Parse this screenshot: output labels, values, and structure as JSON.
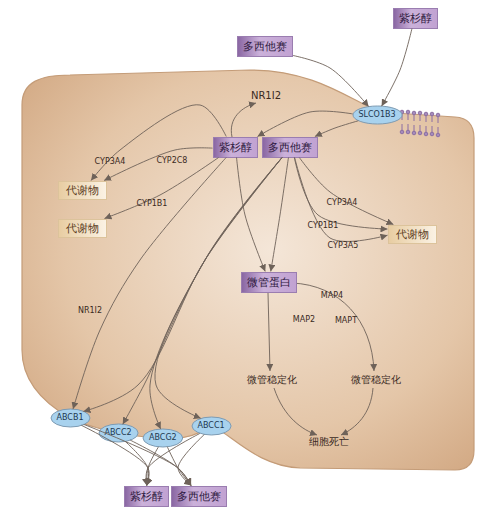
{
  "diagram": {
    "nodes": [
      {
        "text": [
          "紫杉醇"
        ]
      },
      {
        "text": [
          "多西他赛"
        ]
      },
      {
        "text": [
          "SLCO1B3"
        ]
      },
      {
        "text": [
          "紫杉醇"
        ]
      },
      {
        "text": [
          "多西他赛"
        ]
      },
      {
        "text": [
          "代谢物"
        ]
      },
      {
        "text": [
          "代谢物"
        ]
      },
      {
        "text": [
          "代谢物"
        ]
      },
      {
        "text": [
          "微管蛋白"
        ]
      },
      {
        "text": [
          "ABCB1"
        ]
      },
      {
        "text": [
          "ABCC2"
        ]
      },
      {
        "text": [
          "ABCG2"
        ]
      },
      {
        "text": [
          "ABCC1"
        ]
      },
      {
        "text": [
          "紫杉醇"
        ]
      },
      {
        "text": [
          "多西他赛"
        ]
      }
    ],
    "edges": [
      {
        "from": 0,
        "to": 2,
        "arrow": "to"
      },
      {
        "from": 1,
        "to": 2,
        "arrow": "to"
      },
      {
        "from": 2,
        "to": 3,
        "arrow": "to"
      },
      {
        "from": 2,
        "to": 4,
        "arrow": "to"
      },
      {
        "from": 3,
        "to": 5,
        "label": "CYP3A4",
        "arrow": "to"
      },
      {
        "from": 3,
        "to": 5,
        "label": "CYP2C8",
        "arrow": "to"
      },
      {
        "from": 3,
        "to": 6,
        "label": "CYP1B1",
        "arrow": "to"
      },
      {
        "from": 4,
        "to": 7,
        "label": "CYP3A4",
        "arrow": "to"
      },
      {
        "from": 4,
        "to": 7,
        "label": "CYP1B1",
        "arrow": "to"
      },
      {
        "from": 4,
        "to": 7,
        "label": "CYP3A5",
        "arrow": "to"
      },
      {
        "from": 3,
        "to": 8,
        "arrow": "to"
      },
      {
        "from": 4,
        "to": 8,
        "arrow": "to"
      },
      {
        "from": 3,
        "to": 9,
        "label": "NR1I2",
        "arrow": "to"
      },
      {
        "from": 4,
        "to": 9,
        "arrow": "to"
      },
      {
        "from": 4,
        "to": 10,
        "arrow": "to"
      },
      {
        "from": 4,
        "to": 11,
        "arrow": "to"
      },
      {
        "from": 4,
        "to": 12,
        "arrow": "to"
      },
      {
        "from": 9,
        "to": 13,
        "arrow": "to"
      },
      {
        "from": 9,
        "to": 14,
        "arrow": "to"
      },
      {
        "from": 10,
        "to": 13,
        "arrow": "to"
      },
      {
        "from": 10,
        "to": 14,
        "arrow": "to"
      },
      {
        "from": 11,
        "to": 13,
        "arrow": "to"
      },
      {
        "from": 11,
        "to": 14,
        "arrow": "to"
      },
      {
        "from": 12,
        "to": 13,
        "arrow": "to"
      },
      {
        "from": 12,
        "to": 14,
        "arrow": "to"
      }
    ],
    "labels": [
      "NR1I2",
      "MAP4",
      "MAP2",
      "MAPT",
      "微管稳定化",
      "微管稳定化",
      "细胞死亡"
    ]
  }
}
